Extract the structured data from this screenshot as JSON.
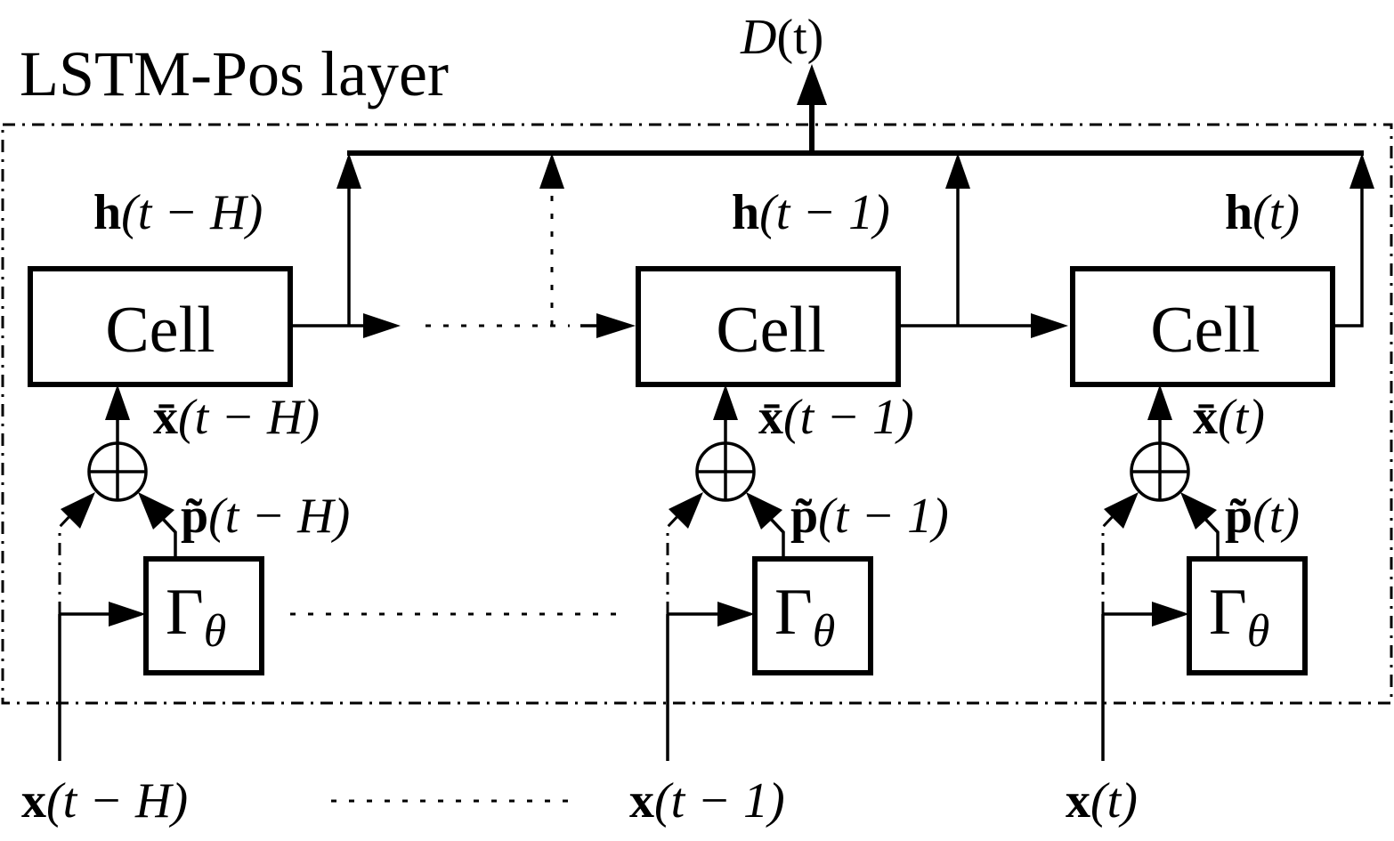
{
  "layer": {
    "title": "LSTM-Pos layer",
    "fill_color": "#bfbfbf",
    "border_style": "dash-dot"
  },
  "output": {
    "label_main": "D",
    "label_arg": "(t)"
  },
  "cells": [
    {
      "label": "Cell",
      "hidden_bold": "h",
      "hidden_arg": "(t − H)",
      "xbar_bold": "x̄",
      "xbar_arg": "(t − H)",
      "ptilde_bold": "p̃",
      "ptilde_arg": "(t − H)",
      "gamma": "Γ",
      "gamma_sub": "θ",
      "input_bold": "x",
      "input_arg": "(t − H)"
    },
    {
      "label": "Cell",
      "hidden_bold": "h",
      "hidden_arg": "(t − 1)",
      "xbar_bold": "x̄",
      "xbar_arg": "(t − 1)",
      "ptilde_bold": "p̃",
      "ptilde_arg": "(t − 1)",
      "gamma": "Γ",
      "gamma_sub": "θ",
      "input_bold": "x",
      "input_arg": "(t − 1)"
    },
    {
      "label": "Cell",
      "hidden_bold": "h",
      "hidden_arg": "(t)",
      "xbar_bold": "x̄",
      "xbar_arg": "(t)",
      "ptilde_bold": "p̃",
      "ptilde_arg": "(t)",
      "gamma": "Γ",
      "gamma_sub": "θ",
      "input_bold": "x",
      "input_arg": "(t)"
    }
  ],
  "icons": {
    "sum": "circle-plus-icon",
    "arrow": "arrow-head-icon"
  }
}
